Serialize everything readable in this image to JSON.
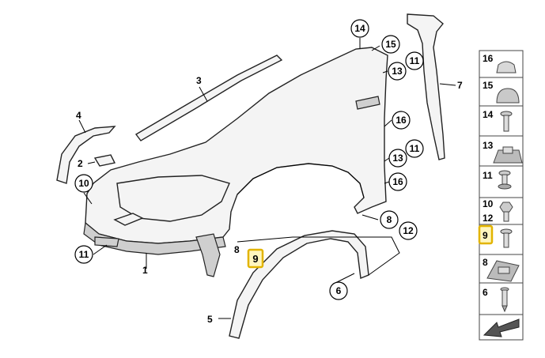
{
  "diagram": {
    "callouts": [
      "14",
      "15",
      "11",
      "13",
      "16",
      "13",
      "11",
      "16",
      "10",
      "11",
      "8",
      "12",
      "6"
    ],
    "labels": [
      "3",
      "4",
      "2",
      "1",
      "7",
      "8",
      "9",
      "5"
    ],
    "highlight_color": "#e2b400"
  },
  "parts_panel": {
    "items": [
      {
        "num": "16",
        "icon": "cap-icon"
      },
      {
        "num": "15",
        "icon": "dome-cap-icon"
      },
      {
        "num": "14",
        "icon": "screw-icon"
      },
      {
        "num": "13",
        "icon": "clip-nut-icon"
      },
      {
        "num": "11",
        "icon": "bolt-icon"
      },
      {
        "num": "10",
        "sub": "12",
        "icon": "hex-bolt-icon"
      },
      {
        "num": "9",
        "icon": "screw-washer-icon"
      },
      {
        "num": "8",
        "icon": "spring-nut-icon"
      },
      {
        "num": "6",
        "icon": "expanding-rivet-icon"
      },
      {
        "num": "",
        "icon": "arrow-icon"
      }
    ]
  }
}
